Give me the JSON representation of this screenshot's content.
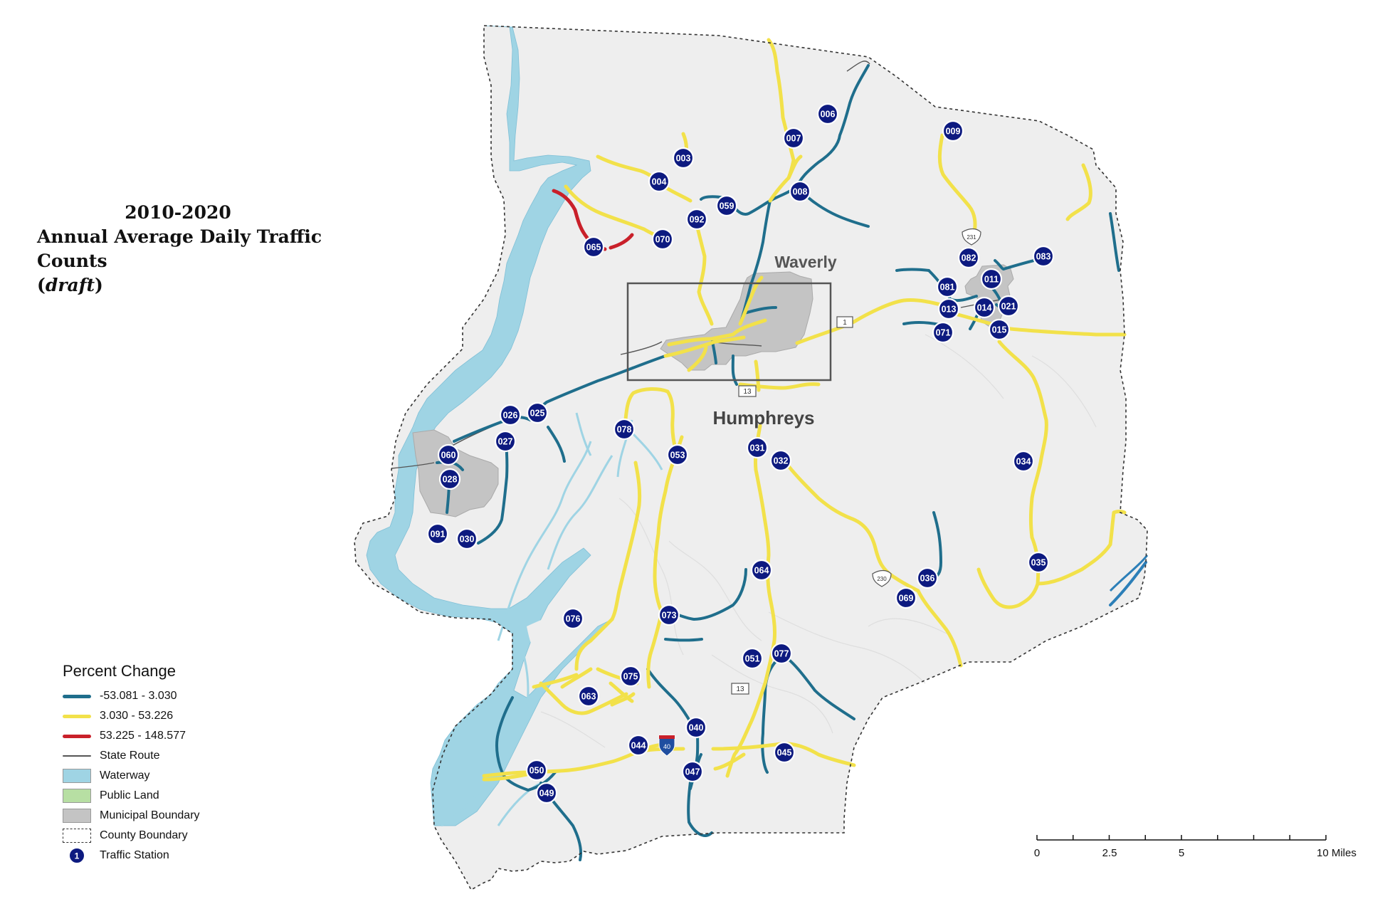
{
  "title": {
    "line1": "2010-2020",
    "line2": "Annual Average Daily Traffic Counts",
    "line3_open": "(",
    "line3_italic": "draft",
    "line3_close": ")"
  },
  "place_labels": {
    "county": "Humphreys",
    "city": "Waverly"
  },
  "route_shields": {
    "us_route": "1",
    "us_13_a": "13",
    "us_13_b": "13",
    "state_231": "231",
    "state_230": "230",
    "interstate": "40"
  },
  "colors": {
    "decrease": "#1f6e8c",
    "increase": "#f2e14a",
    "high_increase": "#c9202a",
    "state_route": "#555555",
    "waterway": "#9fd4e4",
    "public_land": "#b7dfa3",
    "municipal": "#c4c4c4",
    "county_fill": "#eeeeee",
    "station_fill": "#0d1a80"
  },
  "legend": {
    "heading": "Percent Change",
    "items": [
      {
        "label": "-53.081 - 3.030",
        "kind": "line",
        "color_key": "decrease"
      },
      {
        "label": "3.030 - 53.226",
        "kind": "line",
        "color_key": "increase"
      },
      {
        "label": "53.225 - 148.577",
        "kind": "line",
        "color_key": "high_increase"
      },
      {
        "label": "State Route",
        "kind": "thin",
        "color_key": "state_route"
      },
      {
        "label": "Waterway",
        "kind": "box",
        "color_key": "waterway"
      },
      {
        "label": "Public Land",
        "kind": "box",
        "color_key": "public_land"
      },
      {
        "label": "Municipal Boundary",
        "kind": "box",
        "color_key": "municipal"
      },
      {
        "label": "County Boundary",
        "kind": "dashed",
        "color_key": "state_route"
      },
      {
        "label": "Traffic Station",
        "kind": "station",
        "color_key": "station_fill",
        "symbol_text": "1"
      }
    ]
  },
  "scale_bar": {
    "labels": [
      "0",
      "2.5",
      "5",
      "10 Miles"
    ]
  },
  "stations": [
    "003",
    "004",
    "006",
    "007",
    "008",
    "009",
    "011",
    "013",
    "014",
    "015",
    "021",
    "025",
    "026",
    "027",
    "028",
    "030",
    "031",
    "032",
    "034",
    "035",
    "036",
    "040",
    "044",
    "045",
    "047",
    "049",
    "050",
    "051",
    "053",
    "059",
    "060",
    "063",
    "064",
    "065",
    "069",
    "070",
    "071",
    "073",
    "075",
    "076",
    "077",
    "078",
    "081",
    "082",
    "083",
    "091",
    "092"
  ]
}
